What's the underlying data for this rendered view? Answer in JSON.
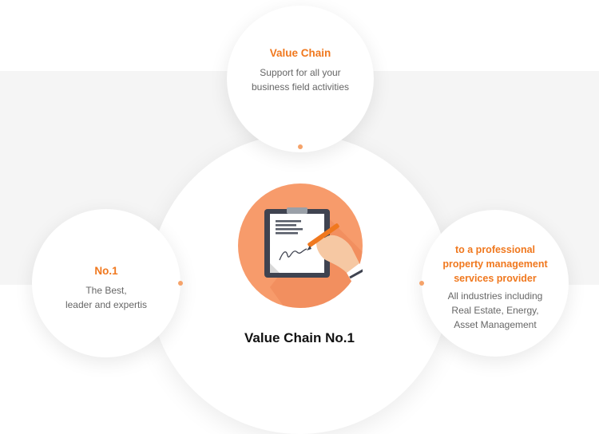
{
  "colors": {
    "accent": "#f0781e",
    "orange_circle": "#f79b6b",
    "band": "#f5f5f5"
  },
  "top": {
    "title": "Value Chain",
    "desc_line1": "Support for all your",
    "desc_line2": "business field activities"
  },
  "left": {
    "title": "No.1",
    "desc_line1": "The Best,",
    "desc_line2": "leader and expertis"
  },
  "right": {
    "title_line1": "to a professional",
    "title_line2": "property management",
    "title_line3": "services provider",
    "desc_line1": "All industries including",
    "desc_line2": "Real Estate, Energy,",
    "desc_line3": "Asset Management"
  },
  "center": {
    "title": "Value Chain No.1",
    "icon": "clipboard-signing-icon"
  }
}
